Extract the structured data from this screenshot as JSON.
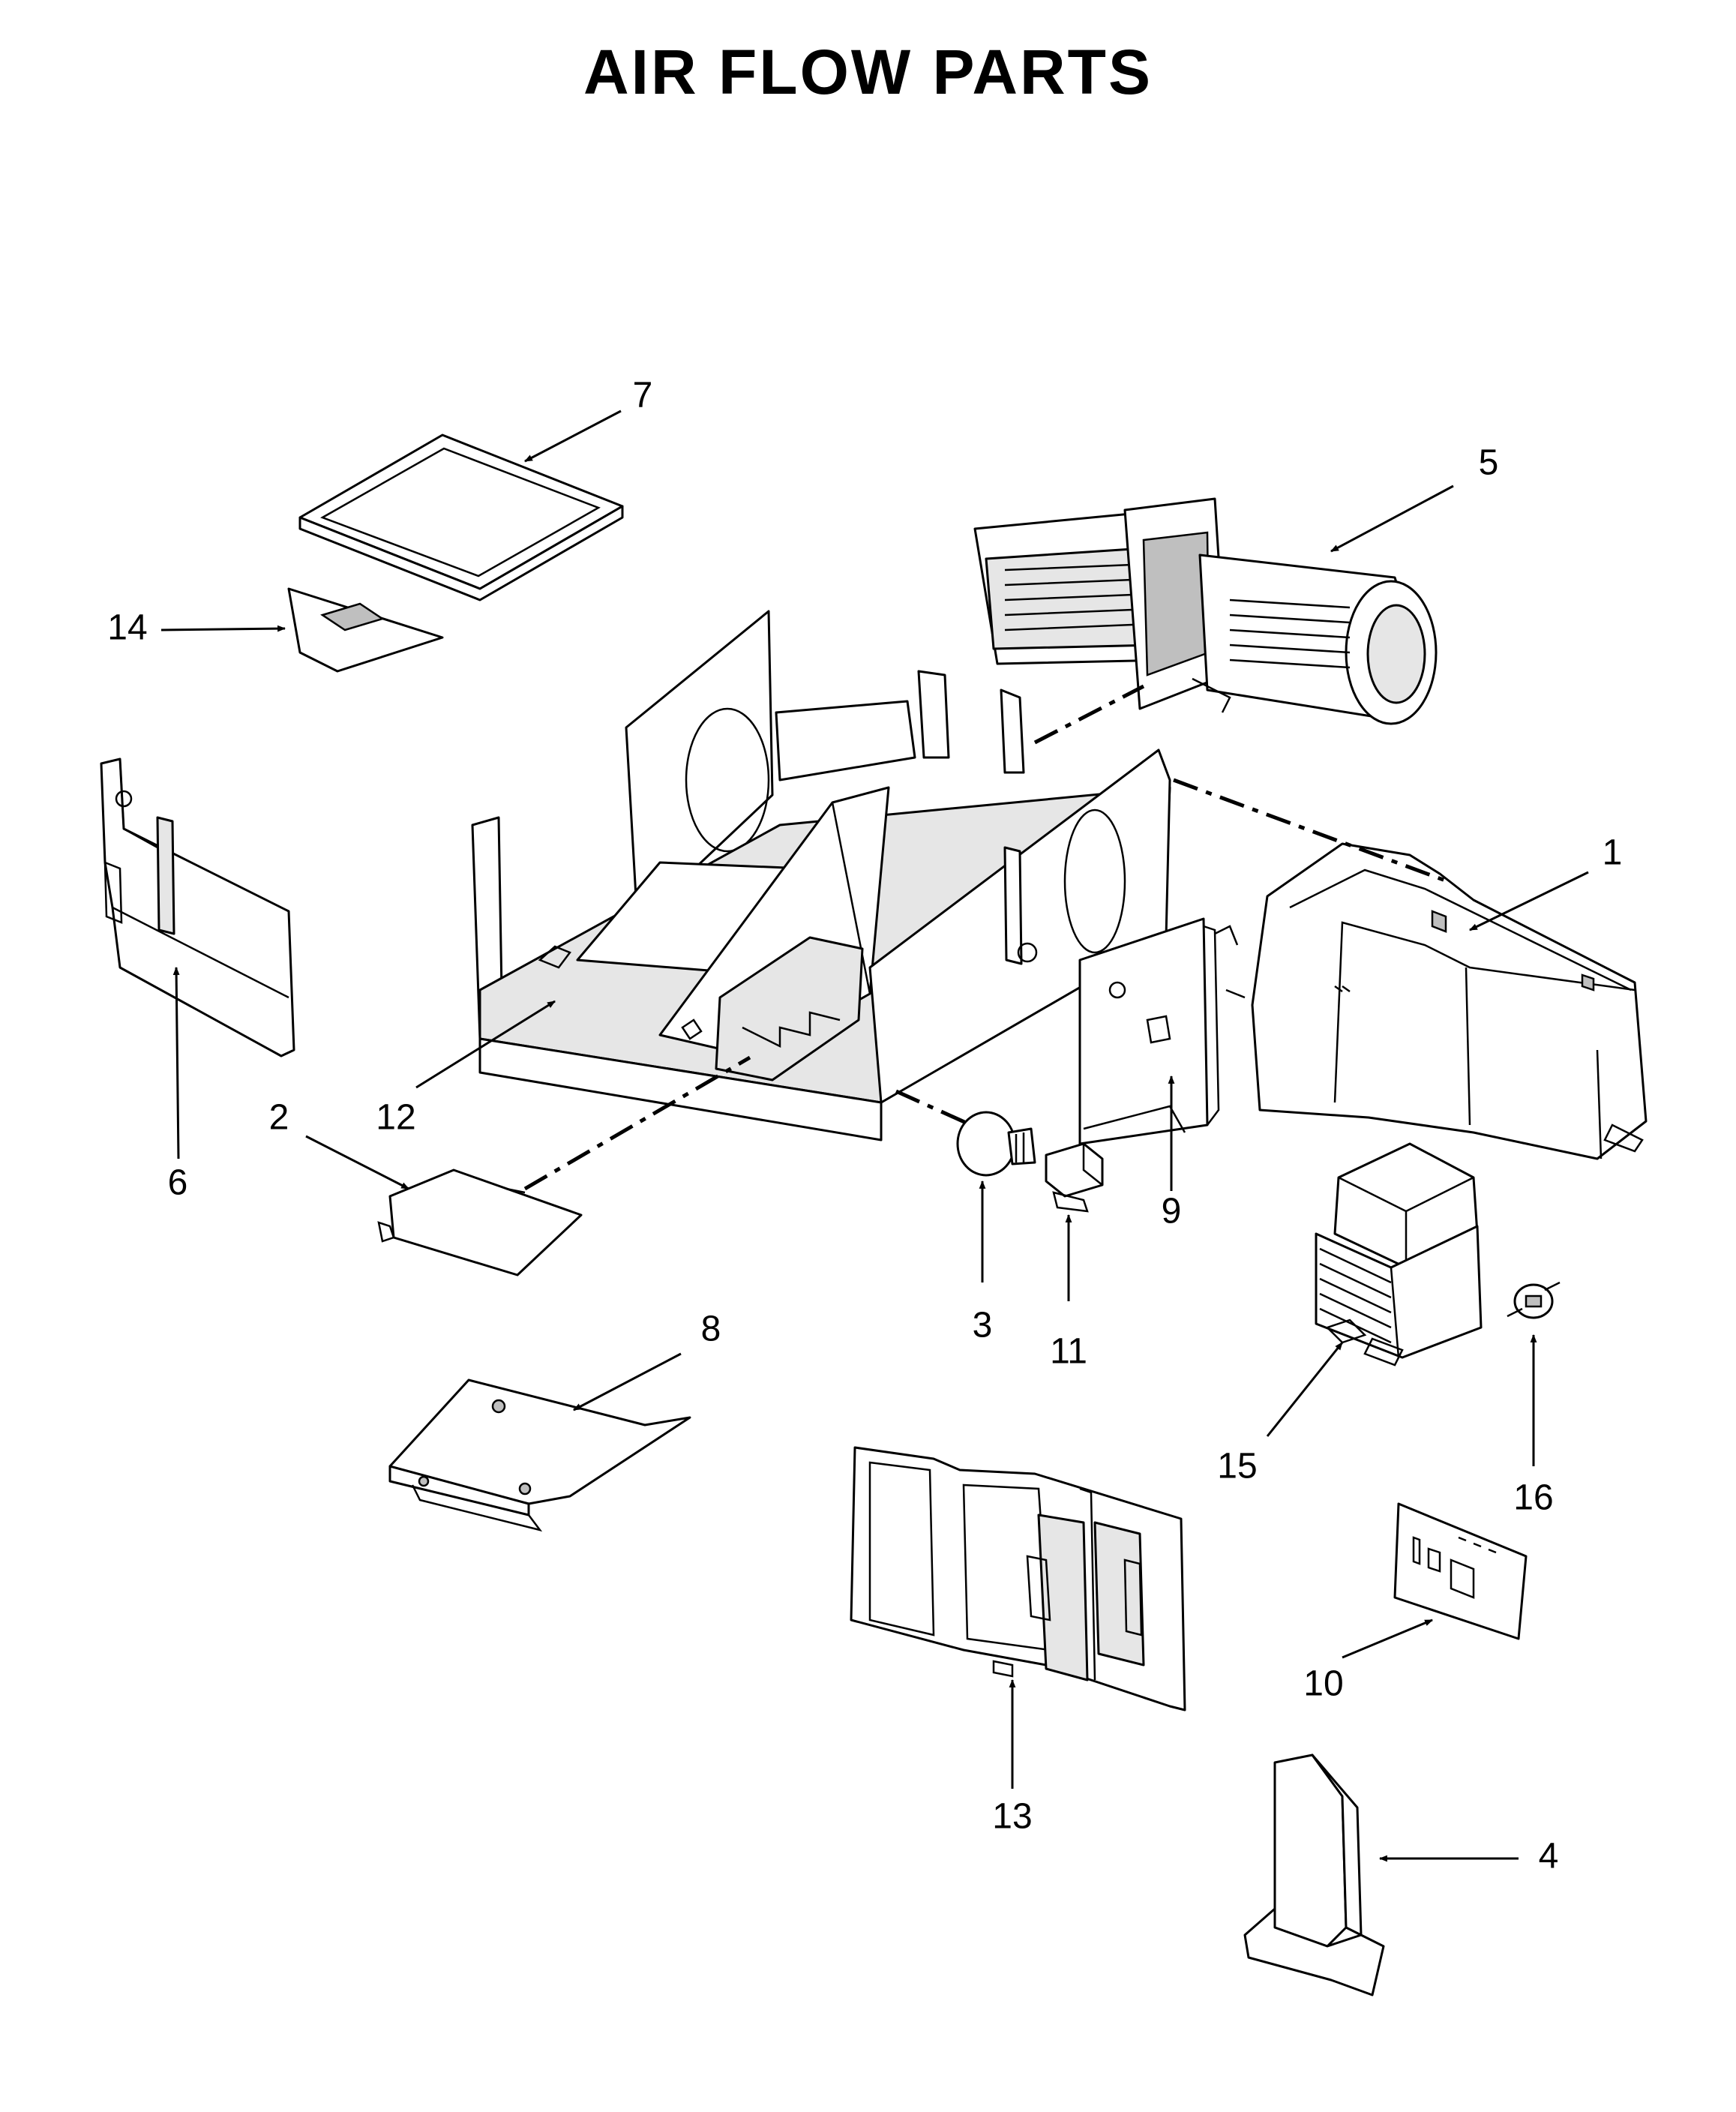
{
  "title": "AIR FLOW PARTS",
  "parts": [
    {
      "id": "1",
      "label": "1"
    },
    {
      "id": "2",
      "label": "2"
    },
    {
      "id": "3",
      "label": "3"
    },
    {
      "id": "4",
      "label": "4"
    },
    {
      "id": "5",
      "label": "5"
    },
    {
      "id": "6",
      "label": "6"
    },
    {
      "id": "7",
      "label": "7"
    },
    {
      "id": "8",
      "label": "8"
    },
    {
      "id": "9",
      "label": "9"
    },
    {
      "id": "10",
      "label": "10"
    },
    {
      "id": "11",
      "label": "11"
    },
    {
      "id": "12",
      "label": "12"
    },
    {
      "id": "13",
      "label": "13"
    },
    {
      "id": "14",
      "label": "14"
    },
    {
      "id": "15",
      "label": "15"
    },
    {
      "id": "16",
      "label": "16"
    }
  ]
}
